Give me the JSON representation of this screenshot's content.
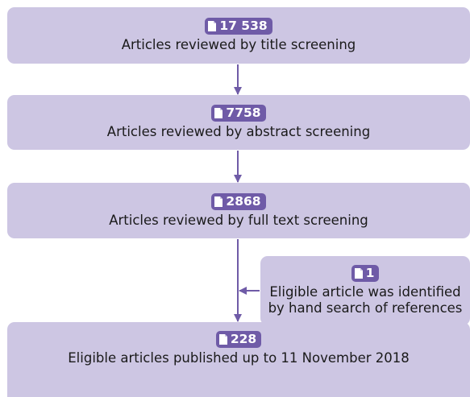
{
  "colors": {
    "box_fill": "#cdc6e3",
    "badge_fill": "#6f5ba7",
    "arrow": "#6f5ba7"
  },
  "boxes": [
    {
      "count": "17 538",
      "label": "Articles reviewed by title screening"
    },
    {
      "count": "7758",
      "label": "Articles reviewed by abstract screening"
    },
    {
      "count": "2868",
      "label": "Articles reviewed by full text screening"
    },
    {
      "count": "1",
      "label_lines": [
        "Eligible article was identified",
        "by hand search of references"
      ]
    },
    {
      "count": "228",
      "label": "Eligible articles published up to 11 November 2018"
    }
  ],
  "icons": {
    "badge": "document-icon"
  }
}
